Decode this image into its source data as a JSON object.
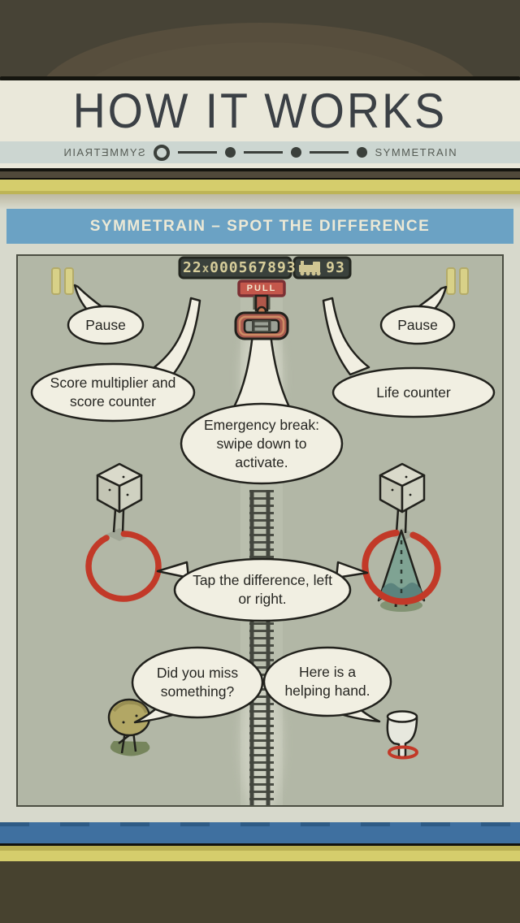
{
  "header": {
    "title": "HOW IT WORKS",
    "nav": {
      "brand": "SYMMETRAIN",
      "pages": 4,
      "current_page": 1
    }
  },
  "banner": {
    "title": "SYMMETRAIN – SPOT THE DIFFERENCE"
  },
  "hud": {
    "score_multiplier": "22",
    "multiplier_sign": "x",
    "score": "000567893",
    "lives": "93",
    "pull_label": "PULL"
  },
  "bubbles": {
    "pause_left": "Pause",
    "pause_right": "Pause",
    "score": "Score multiplier and score counter",
    "life": "Life counter",
    "emergency": "Emergency break: swipe down to activate.",
    "tap": "Tap the difference, left or right.",
    "miss": "Did you miss something?",
    "hand": "Here is a helping hand."
  },
  "colors": {
    "background_dark": "#474336",
    "cream": "#eae8da",
    "banner_blue": "#6ba2c4",
    "bottom_blue": "#3f70a0",
    "yellow_trim": "#d5cd6c",
    "game_background": "#b2b7a6",
    "bubble_fill": "#f1efe2",
    "outline": "#21211c",
    "highlight_red": "#c23928",
    "hud_digits": "#d6cd9a",
    "hud_box": "#3a413c",
    "pull_red": "#c4574b"
  }
}
